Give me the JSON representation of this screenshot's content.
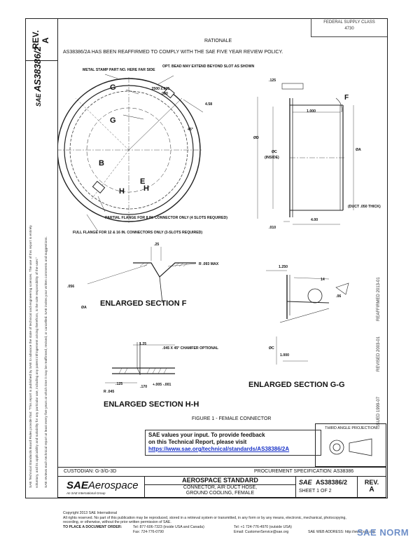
{
  "header": {
    "rev_label": "REV.",
    "rev_value": "A",
    "doc_number": "AS38386/2",
    "federal_supply_class": "FEDERAL SUPPLY CLASS",
    "fsc_value": "4730"
  },
  "rationale": {
    "title": "RATIONALE",
    "text": "AS38386/2A HAS BEEN REAFFIRMED TO COMPLY WITH THE SAE FIVE YEAR REVIEW POLICY."
  },
  "side_notice": {
    "line1": "SAE Technical Standards Board Rules provide that: \"This report is published by SAE to advance the state of technical and engineering sciences. The use of this report is entirely",
    "line2": "voluntary, and its applicability and suitability for any particular use, including any patent infringement arising therefrom, is the sole responsibility of the user.\"",
    "line3": "SAE reviews each technical report at least every five years at which time it may be reaffirmed, revised, or cancelled. SAE invites your written comments and suggestions."
  },
  "dates": {
    "issued": "ISSUED 1999-07",
    "revised": "REVISED 2003-01",
    "reaffirmed": "REAFFIRMED 2013-01"
  },
  "drawing": {
    "labels": {
      "metal_stamp": "METAL STAMP PART NO. HERE FAR SIDE",
      "opt_bead": "OPT. BEAD MAY EXTEND BEYOND SLOT AS SHOWN",
      "dim_2500": ".2500 ±.031",
      "dim_2500b": "-.000",
      "dim_458": "4.58",
      "dim_45": "45°",
      "letter_g1": "G",
      "letter_g2": "G",
      "letter_b": "B",
      "letter_e": "E",
      "letter_h1": "H",
      "letter_h2": "H",
      "partial_flange": "PARTIAL FLANGE FOR 8 IN. CONNECTOR ONLY (4 SLOTS REQUIRED)",
      "full_flange": "FULL FLANGE FOR 12 & 16 IN. CONNECTORS ONLY (3-SLOTS REQUIRED)",
      "dim_125_top": ".125",
      "letter_f": "F",
      "dim_1000": "1.000",
      "dia_d": "ØD",
      "dia_c": "ØC",
      "inside": "(INSIDE)",
      "dia_a": "ØA",
      "duct_thick": "(DUCT .050 THICK)",
      "dim_010": ".010",
      "dim_400": "4.00",
      "dim_25": ".25",
      "r_093": "R .093 MAX",
      "dim_056": ".056",
      "dim_ba": "ØA",
      "enlarged_f": "ENLARGED SECTION F",
      "dim_1250": "1.250",
      "dim_14": "14",
      "dim_06": ".06",
      "dia_c2": "ØC",
      "dim_1000b": "1.000",
      "enlarged_gg": "ENLARGED SECTION G-G",
      "dim_125b": "1.25",
      "chamfer": ".045 X 45° CHAMFER OPTIONAL",
      "dim_125c": ".125",
      "dim_170": ".170",
      "dim_170tol": "+.005 -.001",
      "r_045": "R .045",
      "enlarged_hh": "ENLARGED SECTION H-H",
      "figure_caption": "FIGURE 1 - FEMALE CONNECTOR",
      "third_angle": "THIRD ANGLE PROJECTION"
    }
  },
  "feedback": {
    "line1": "SAE values your input. To provide feedback",
    "line2": "on this Technical Report, please visit",
    "link": "https://www.sae.org/technical/standards/AS38386/2A"
  },
  "title_block": {
    "custodian": "CUSTODIAN: G-3/G-3D",
    "procurement": "PROCUREMENT SPECIFICATION: AS38386",
    "logo_main": "SAE",
    "logo_sub": "Aerospace",
    "logo_tag": "An SAE International Group",
    "std_title": "AEROSPACE STANDARD",
    "desc1": "CONNECTOR, AIR DUCT HOSE,",
    "desc2": "GROUND COOLING, FEMALE",
    "sae_small": "SAE",
    "doc_no": "AS38386/2",
    "sheet": "SHEET 1 OF 2",
    "rev_label": "REV.",
    "rev_value": "A"
  },
  "footer": {
    "copyright": "Copyright 2013 SAE International",
    "rights1": "All rights reserved. No part of this publication may be reproduced, stored in a retrieval system or transmitted, in any form or by any means, electronic, mechanical, photocopying,",
    "rights2": "recording, or otherwise, without the prior written permission of SAE.",
    "order_label": "TO PLACE A DOCUMENT ORDER:",
    "tel": "Tel: 877-606-7323 (inside USA and Canada)",
    "tel2": "Tel: +1 724-776-4970 (outside USA)",
    "fax": "Fax: 724-776-0790",
    "email": "Email: CustomerService@sae.org",
    "web": "SAE WEB ADDRESS: http://www.sae.org"
  },
  "watermark": {
    "text": "SAE NORM"
  }
}
